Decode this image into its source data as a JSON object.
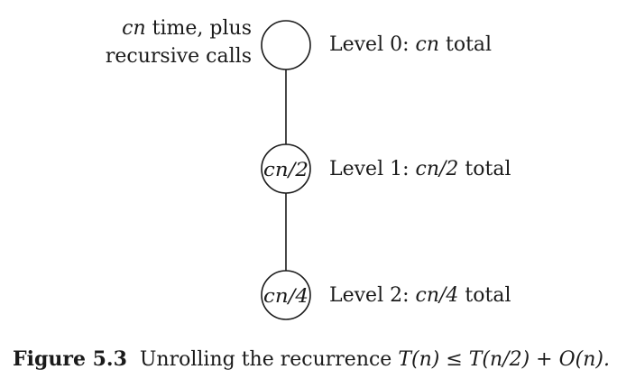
{
  "diagram": {
    "annotation_line1_var": "cn",
    "annotation_line1_rest": " time, plus",
    "annotation_line2": "recursive calls",
    "levels": [
      {
        "node_label": "",
        "label_prefix": "Level 0: ",
        "label_var": "cn",
        "label_suffix": " total"
      },
      {
        "node_label": "cn/2",
        "label_prefix": "Level 1: ",
        "label_var": "cn/2",
        "label_suffix": " total"
      },
      {
        "node_label": "cn/4",
        "label_prefix": "Level 2: ",
        "label_var": "cn/4",
        "label_suffix": " total"
      }
    ]
  },
  "caption": {
    "figure_label": "Figure 5.3",
    "text": "Unrolling the recurrence ",
    "formula": "T(n) ≤ T(n/2) + O(n)."
  }
}
